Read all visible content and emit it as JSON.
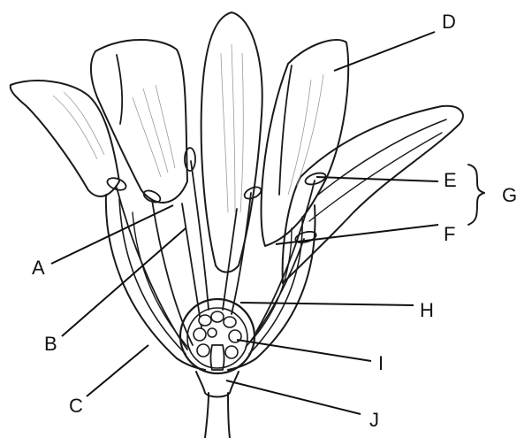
{
  "diagram": {
    "labels": {
      "A": "A",
      "B": "B",
      "C": "C",
      "D": "D",
      "E": "E",
      "F": "F",
      "G": "G",
      "H": "H",
      "I": "I",
      "J": "J"
    },
    "colors": {
      "ink": "#1a1a1a",
      "background": "#ffffff"
    }
  }
}
